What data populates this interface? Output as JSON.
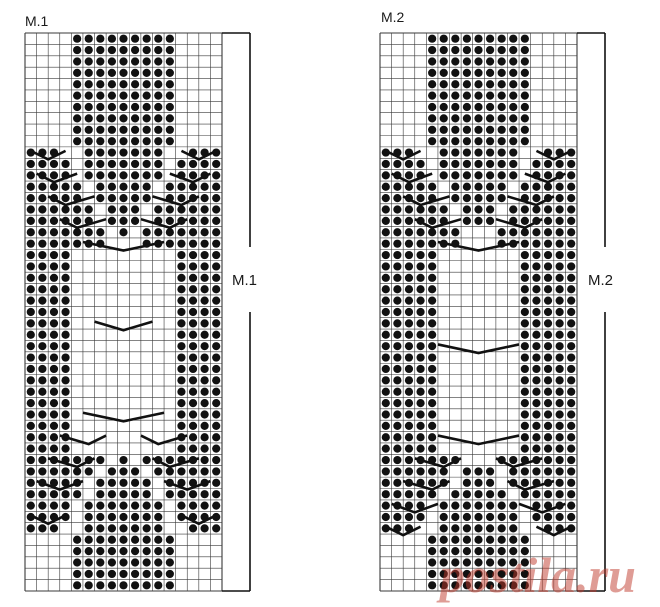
{
  "charts": [
    {
      "title": "M.1",
      "side_label": "M.1",
      "cols": 17,
      "rows": 49,
      "rows_top_to_bottom": [
        "....XXXXXXXXX....",
        "....XXXXXXXXX....",
        "....XXXXXXXXX....",
        "....XXXXXXXXX....",
        "....XXXXXXXXX....",
        "....XXXXXXXXX....",
        "....XXXXXXXXX....",
        "....XXXXXXXXX....",
        "....XXXXXXXXX....",
        "....XXXXXXXXX....",
        "XXX..XXXXXXX..XXX",
        "XXXX.XXXXXXX.XXXX",
        "XXXX.XXXXXXX.XXXX",
        "XXXXX.XXXXX.XXXXX",
        "XXXXX.XXXXX.XXXXX",
        "XXXXXX.XXX.XXXXXX",
        "XXXXXX.XXX.XXXXXX",
        "XXXXXXX.X.XXXXXXX",
        "XXXXXXX...XXXXXXX",
        "XXXX.........XXXX",
        "XXXX.........XXXX",
        "XXXX.........XXXX",
        "XXXX.........XXXX",
        "XXXX.........XXXX",
        "XXXX.........XXXX",
        "XXXX.........XXXX",
        "XXXX.........XXXX",
        "XXXX.........XXXX",
        "XXXX.........XXXX",
        "XXXX.........XXXX",
        "XXXX.........XXXX",
        "XXXX.........XXXX",
        "XXXX.........XXXX",
        "XXXX.........XXXX",
        "XXXX.........XXXX",
        "XXXX.........XXXX",
        "XXXX.........XXXX",
        "XXXXXXX.X.XXXXXXX",
        "XXXXXX.XXX.XXXXXX",
        "XXXXX.XXXXX.XXXXX",
        "XXXXX.XXXXX.XXXXX",
        "XXXX.XXXXXXX.XXXX",
        "XXXX.XXXXXXX.XXXX",
        "XXX..XXXXXXX..XXX",
        "....XXXXXXXXX....",
        "....XXXXXXXXX....",
        "....XXXXXXXXX....",
        "....XXXXXXXXX....",
        "....XXXXXXXXX...."
      ],
      "chevrons": [
        {
          "row": 10,
          "from": 0.5,
          "mid": 2,
          "to": 3.5
        },
        {
          "row": 10,
          "from": 13.5,
          "mid": 15,
          "to": 16.5
        },
        {
          "row": 12,
          "from": 1,
          "mid": 2.5,
          "to": 4.5
        },
        {
          "row": 12,
          "from": 12.5,
          "mid": 14.5,
          "to": 16
        },
        {
          "row": 14,
          "from": 2,
          "mid": 3.5,
          "to": 6
        },
        {
          "row": 14,
          "from": 11,
          "mid": 13.5,
          "to": 15
        },
        {
          "row": 16,
          "from": 3,
          "mid": 4.5,
          "to": 7
        },
        {
          "row": 16,
          "from": 10,
          "mid": 12.5,
          "to": 14
        },
        {
          "row": 18,
          "from": 5,
          "mid": 8.5,
          "to": 12
        },
        {
          "row": 25,
          "from": 6,
          "mid": 8.5,
          "to": 11
        },
        {
          "row": 33,
          "from": 5,
          "mid": 8.5,
          "to": 12
        },
        {
          "row": 35,
          "from": 3,
          "mid": 5.5,
          "to": 7
        },
        {
          "row": 35,
          "from": 10,
          "mid": 11.5,
          "to": 14
        },
        {
          "row": 37,
          "from": 2,
          "mid": 4.5,
          "to": 6
        },
        {
          "row": 37,
          "from": 11,
          "mid": 12.5,
          "to": 15
        },
        {
          "row": 39,
          "from": 1,
          "mid": 3,
          "to": 5
        },
        {
          "row": 39,
          "from": 12,
          "mid": 14,
          "to": 16
        },
        {
          "row": 42,
          "from": 0.5,
          "mid": 2,
          "to": 3.5
        },
        {
          "row": 42,
          "from": 13.5,
          "mid": 15,
          "to": 16.5
        }
      ]
    },
    {
      "title": "M.2",
      "side_label": "M.2",
      "cols": 17,
      "rows": 49,
      "rows_top_to_bottom": [
        "....XXXXXXXXX....",
        "....XXXXXXXXX....",
        "....XXXXXXXXX....",
        "....XXXXXXXXX....",
        "....XXXXXXXXX....",
        "....XXXXXXXXX....",
        "....XXXXXXXXX....",
        "....XXXXXXXXX....",
        "....XXXXXXXXX....",
        "....XXXXXXXXX....",
        "XXX..XXXXXXX..XXX",
        "XXXX.XXXXXXX.XXXX",
        "XXXX.XXXXXXX.XXXX",
        "XXXXX.XXXXX.XXXXX",
        "XXXXX.XXXXX.XXXXX",
        "XXXXXX.XXX.XXXXXX",
        "XXXXXX.XXX.XXXXXX",
        "XXXXXXX...XXXXXXX",
        "XXXXXXX...XXXXXXX",
        "XXXXX.......XXXXX",
        "XXXXX.......XXXXX",
        "XXXXX.......XXXXX",
        "XXXXX.......XXXXX",
        "XXXXX.......XXXXX",
        "XXXXX.......XXXXX",
        "XXXXX.......XXXXX",
        "XXXXX.......XXXXX",
        "XXXXX.......XXXXX",
        "XXXXX.......XXXXX",
        "XXXXX.......XXXXX",
        "XXXXX.......XXXXX",
        "XXXXX.......XXXXX",
        "XXXXX.......XXXXX",
        "XXXXX.......XXXXX",
        "XXXXX.......XXXXX",
        "XXXXX.......XXXXX",
        "XXXXX.......XXXXX",
        "XXXXXXX...XXXXXXX",
        "XXXXXX.XXX.XXXXXX",
        "XXXXXX.XXX.XXXXXX",
        "XXXXX.XXXXX.XXXXX",
        "XXXX.XXXXXXX.XXXX",
        "XXXX.XXXXXXX.XXXX",
        "XXX..XXXXXXX..XXX",
        "....XXXXXXXXX....",
        "....XXXXXXXXX....",
        "....XXXXXXXXX....",
        "....XXXXXXXXX....",
        "....XXXXXXXXX...."
      ],
      "chevrons": [
        {
          "row": 10,
          "from": 0.5,
          "mid": 2,
          "to": 3.5
        },
        {
          "row": 10,
          "from": 13.5,
          "mid": 15,
          "to": 16.5
        },
        {
          "row": 12,
          "from": 1,
          "mid": 2.5,
          "to": 4.5
        },
        {
          "row": 12,
          "from": 12.5,
          "mid": 14.5,
          "to": 16
        },
        {
          "row": 14,
          "from": 2,
          "mid": 3.5,
          "to": 6
        },
        {
          "row": 14,
          "from": 11,
          "mid": 13.5,
          "to": 15
        },
        {
          "row": 16,
          "from": 3,
          "mid": 4.5,
          "to": 7
        },
        {
          "row": 16,
          "from": 10,
          "mid": 12.5,
          "to": 14
        },
        {
          "row": 18,
          "from": 5,
          "mid": 8.5,
          "to": 12
        },
        {
          "row": 27,
          "from": 5,
          "mid": 8.5,
          "to": 12
        },
        {
          "row": 35,
          "from": 5,
          "mid": 8.5,
          "to": 12
        },
        {
          "row": 37,
          "from": 3,
          "mid": 5.5,
          "to": 7
        },
        {
          "row": 37,
          "from": 10,
          "mid": 11.5,
          "to": 14
        },
        {
          "row": 39,
          "from": 2,
          "mid": 4.5,
          "to": 6
        },
        {
          "row": 39,
          "from": 11,
          "mid": 12.5,
          "to": 15
        },
        {
          "row": 41,
          "from": 1,
          "mid": 3,
          "to": 5
        },
        {
          "row": 41,
          "from": 12,
          "mid": 14,
          "to": 16
        },
        {
          "row": 43,
          "from": 0.5,
          "mid": 2,
          "to": 3.5
        },
        {
          "row": 43,
          "from": 13.5,
          "mid": 15,
          "to": 16.5
        }
      ]
    }
  ],
  "watermark": "postila.ru",
  "colors": {
    "grid": "#3a3a3a",
    "stitch": "#111111",
    "chevron": "#111111",
    "bracket": "#111111",
    "background": "#ffffff",
    "watermark": "#c0392b"
  }
}
